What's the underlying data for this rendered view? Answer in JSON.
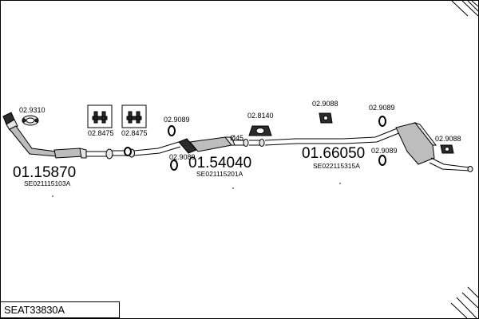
{
  "diagram": {
    "title": "SEAT33830A",
    "assemblies": [
      {
        "number": "01.15870",
        "code": "SE021115103A"
      },
      {
        "number": "01.54040",
        "code": "SE021115201A"
      },
      {
        "number": "01.66050",
        "code": "SE022115315A"
      }
    ],
    "parts": [
      "02.9310",
      "02.8475",
      "02.8475",
      "02.9089",
      "02.9089",
      "02.8140",
      "02.9088",
      "02.9089",
      "02.9089",
      "02.9088"
    ],
    "pipe_diameter_label": "Ø45"
  }
}
